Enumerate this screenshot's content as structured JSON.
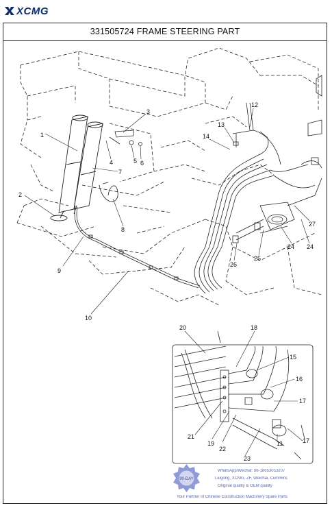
{
  "header": {
    "brand": "XCMG",
    "title": "331505724 FRAME STEERING PART"
  },
  "callouts": {
    "c1": "1",
    "c2": "2",
    "c3": "3",
    "c4": "4",
    "c5": "5",
    "c6": "6",
    "c7": "7",
    "c8": "8",
    "c9": "9",
    "c10": "10",
    "c11": "11",
    "c12": "12",
    "c13": "13",
    "c14": "14",
    "c15": "15",
    "c16": "16",
    "c17a": "17",
    "c17b": "17",
    "c18": "18",
    "c19": "19",
    "c20": "20",
    "c21": "21",
    "c22": "22",
    "c23": "23",
    "c24a": "24",
    "c24b": "24",
    "c25": "25",
    "c26": "26",
    "c27": "27"
  },
  "watermark": {
    "line1": "WhatsApp/Wechat: 86-18653053207",
    "line2": "Liugong, XCMG, ZF, Weichai, Cummins",
    "line3": "Original quality & OEM quality",
    "line4": "Your Partner of Chinese Construction Machinery Spare Parts",
    "stamp_text": "90-DAY"
  },
  "colors": {
    "logo_blue": "#0b2d6b",
    "line": "#222222",
    "watermark": "#3a4aa0"
  }
}
